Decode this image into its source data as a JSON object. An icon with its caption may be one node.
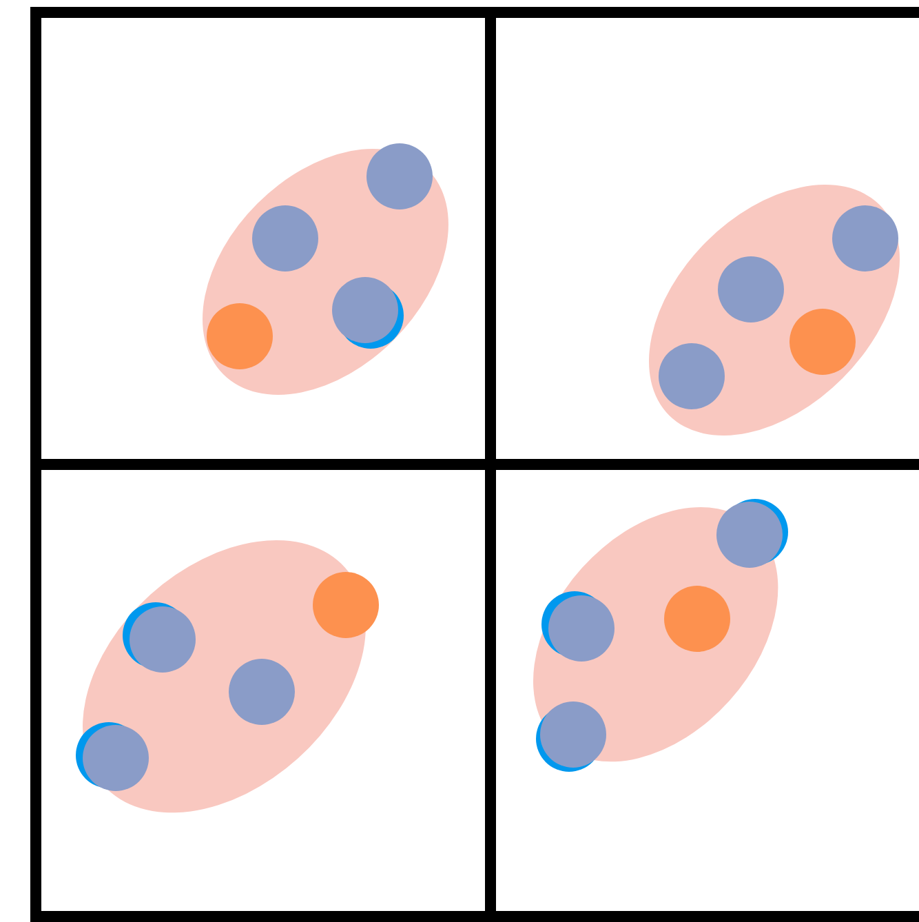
{
  "diagram": {
    "nodes": [
      {
        "text": [],
        "shape": "box"
      },
      {
        "text": [],
        "shape": "ellipse",
        "in": 0
      },
      {
        "text": [],
        "shape": "circle",
        "in": 1
      },
      {
        "text": [],
        "shape": "circle",
        "in": 1
      },
      {
        "text": [],
        "shape": "circle",
        "in": 1
      },
      {
        "text": [],
        "shape": "circle",
        "in": 0
      },
      {
        "text": [],
        "shape": "box"
      },
      {
        "text": [],
        "shape": "ellipse",
        "in": 6
      },
      {
        "text": [],
        "shape": "circle",
        "in": 7
      },
      {
        "text": [],
        "shape": "circle",
        "in": 7
      },
      {
        "text": [],
        "shape": "circle",
        "in": 7
      },
      {
        "text": [],
        "shape": "circle",
        "in": 7
      },
      {
        "text": [],
        "shape": "box"
      },
      {
        "text": [],
        "shape": "ellipse",
        "in": 12
      },
      {
        "text": [],
        "shape": "circle",
        "in": 12
      },
      {
        "text": [],
        "shape": "circle",
        "in": 13
      },
      {
        "text": [],
        "shape": "circle",
        "in": 13
      },
      {
        "text": [],
        "shape": "circle",
        "in": 12
      },
      {
        "text": [],
        "shape": "box"
      },
      {
        "text": [],
        "shape": "ellipse",
        "in": 18
      },
      {
        "text": [],
        "shape": "circle",
        "in": 18
      },
      {
        "text": [],
        "shape": "circle",
        "in": 19
      },
      {
        "text": [],
        "shape": "circle",
        "in": 19
      },
      {
        "text": [],
        "shape": "circle",
        "in": 18
      }
    ]
  }
}
